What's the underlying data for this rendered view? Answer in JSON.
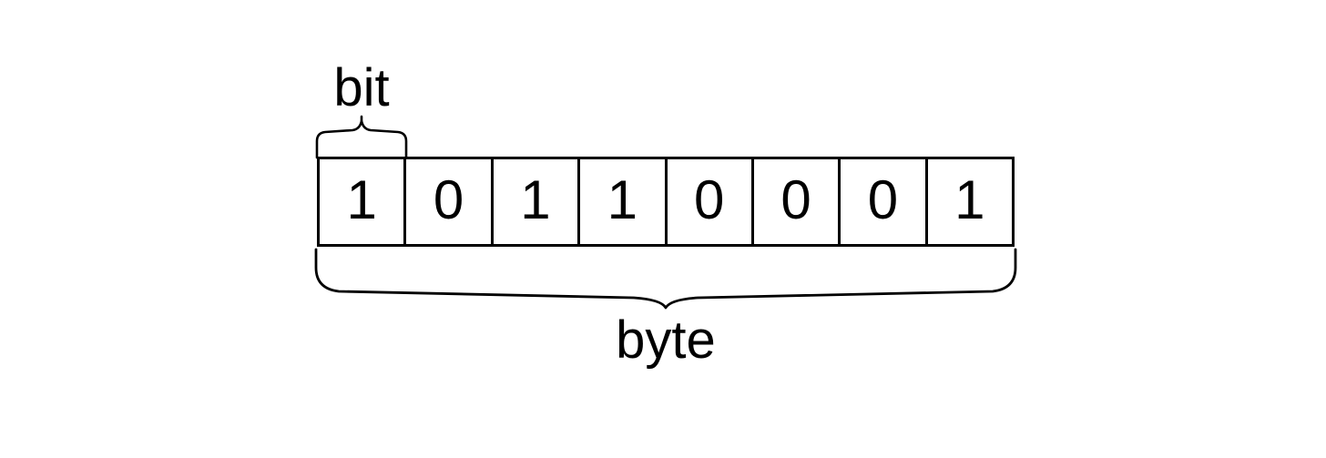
{
  "diagram": {
    "title": "bit and byte diagram",
    "background_color": "#ffffff",
    "stroke_color": "#000000",
    "text_color": "#000000"
  },
  "labels": {
    "bit": "bit",
    "byte": "byte"
  },
  "byte": {
    "bit_count": 8,
    "bits": [
      {
        "index": 0,
        "value": "1"
      },
      {
        "index": 1,
        "value": "0"
      },
      {
        "index": 2,
        "value": "1"
      },
      {
        "index": 3,
        "value": "1"
      },
      {
        "index": 4,
        "value": "0"
      },
      {
        "index": 5,
        "value": "0"
      },
      {
        "index": 6,
        "value": "0"
      },
      {
        "index": 7,
        "value": "1"
      }
    ],
    "binary_string": "10110001"
  },
  "braces": {
    "bit_brace": {
      "name": "bit-brace",
      "direction": "up",
      "spans": "first cell only"
    },
    "byte_brace": {
      "name": "byte-brace",
      "direction": "down",
      "spans": "all eight cells"
    }
  }
}
